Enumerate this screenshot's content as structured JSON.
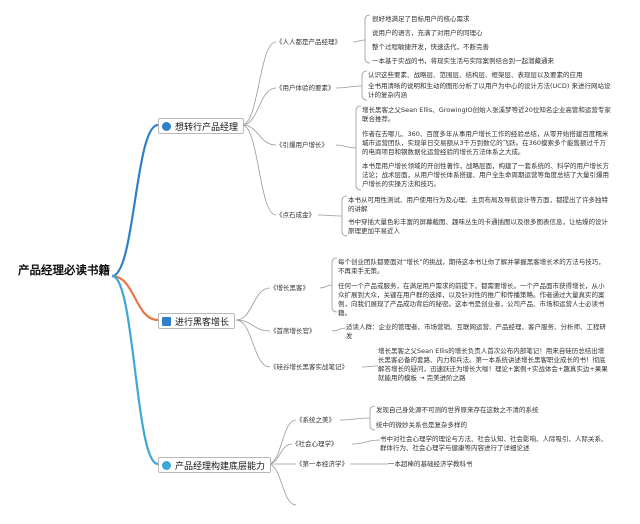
{
  "root": "产品经理必读书籍",
  "colors": {
    "b1": "#2f80c8",
    "b2": "#e8774a",
    "b3": "#3fa7d6"
  },
  "branches": [
    {
      "label": "想转行产品经理",
      "icon": "flame-icon",
      "books": [
        {
          "title": "《人人都是产品经理》",
          "notes": [
            "很好地满足了目标用户的核心需求",
            "说用户的语言，充满了对用户的同理心",
            "整个过程敏捷开发，快速迭代，不断完善",
            "一本基于实战的书，将现实生活与实际案例结合到一起潜藏通来"
          ]
        },
        {
          "title": "《用户体验的要素》",
          "notes": [
            "认识这些要素、战略层、范围层、结构层、框架层、表现层以及要素的应用",
            "全书用清晰的说明和生动的图形分析了以用户为中心的设计方法(UCD) 来进行网站设计的复杂内涵"
          ]
        },
        {
          "title": "《引爆用户增长》",
          "notes": [
            "增长黑客之父Sean Ellis、GrowingIO创始人张溪梦等近20位知名企业高管和运营专家联合推荐。",
            "作者在去哪儿、360、百度多年从事用户增长工作的经验总结，从零开始搭建百度糯米城市运营团队，实现单日交易额从3千万到数亿的飞跃。在360摸索多个能售额过千万的电商项目和钢数据化运营经验的增长方法体系之大成。",
            "本书是用户增长领域的开创性著作，战略层面，构建了一套系统的、科学的用户增长方法论；战术层面，从用户增长体系搭建、用户全生命周期运营等角度总结了大量引爆用户增长的实操方法和技巧。"
          ]
        },
        {
          "title": "《点石成金》",
          "notes": [
            "本书从可用性测试、用户使用行为及心理、主页布局及导航设计等方面，都提出了许多独特的讲解",
            "书中穿插大量色彩丰富的屏幕截图、趣味丛生的卡通插图以及很多图表信息，让枯燥的设计原理更加平易近人"
          ]
        }
      ]
    },
    {
      "label": "进行黑客增长",
      "icon": "checklist-icon",
      "books": [
        {
          "title": "《增长黑客》",
          "notes": [
            "每个创业团队都要面对“增长”的挑战，期待这本书让你了解并掌握黑客增长术的方法与技巧，不再束手无策。",
            "任何一个产品或服务，在满足用户需求的前提下，都需要增长。一个产品面市获得增长，从小众扩展到大众，关键在用户群的选择，以及针对性的推广和传播策略。作者通过大量真实的案例，向我们展现了产品成功背后的秘密。这本书是创业者，公司产品、市场和运营人士必读书籍。"
          ]
        },
        {
          "title": "《首席增长官》",
          "notes": [
            "适读人群：企业的管理者、市场营销、互联网运营、产品经理、客户服务、分析师、工程研发"
          ]
        },
        {
          "title": "《硅谷增长黑客实战笔记》",
          "notes": [
            "增长黑客之父Sean Ellis的增长负责人首次公布内部笔记！用来自硅历总结出增长黑客必备的套路、内力和兵法。第一本系统讲述增长黑客职业成长的书！彻底解答增长的疑问，迅速跃迁为增长大咖！理论+案例+实战体会+趣真实边+果果就能用的模板 → 完美进阶之路"
          ]
        }
      ]
    },
    {
      "label": "产品经理构建底层能力",
      "icon": "megaphone-icon",
      "books": [
        {
          "title": "《系统之美》",
          "notes": [
            "发现自己身处源不可测的世界原来存在这数之不清的系统",
            "统中的微妙关系也是复杂多样的"
          ]
        },
        {
          "title": "《社会心理学》",
          "notes": [
            "书中对社会心理学的理论与方法、社会认知、社会影响、人际吸引、人际关系、群体行为、社会心理学与健康等内容进行了详细论述"
          ]
        },
        {
          "title": "《第一本经济学》",
          "notes": [
            "一本超棒的基础经济学教科书"
          ]
        }
      ]
    }
  ]
}
